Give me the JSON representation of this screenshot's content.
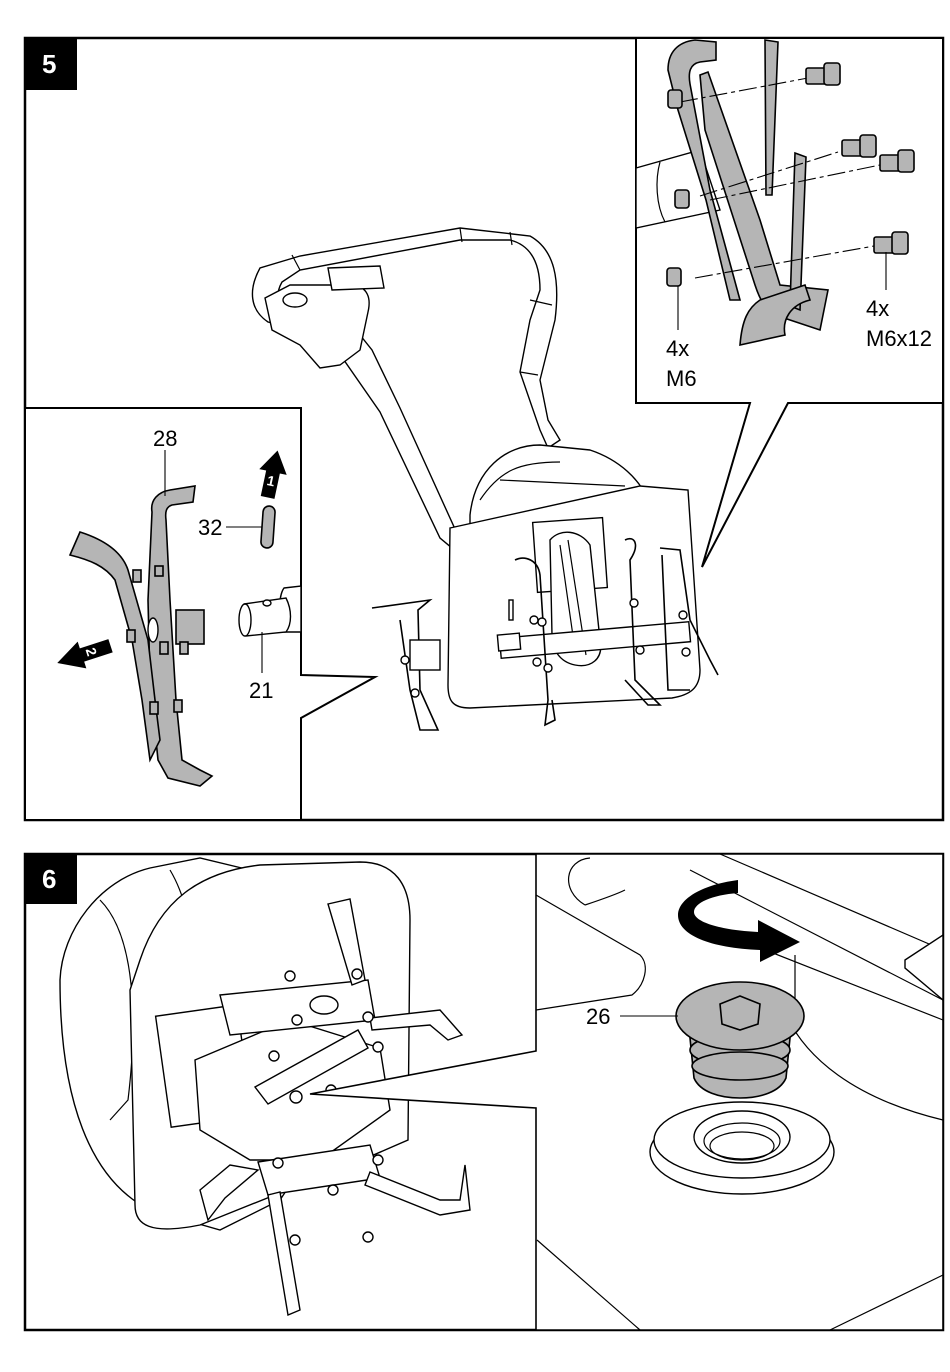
{
  "page": {
    "type": "assembly instruction illustration",
    "figures": [
      {
        "number": "5",
        "subject": "tiller with tine assembly",
        "insets": [
          {
            "name": "tine-removal-detail",
            "callouts": [
              {
                "label": "28",
                "part": "tine"
              },
              {
                "label": "32",
                "part": "pin"
              },
              {
                "label": "21",
                "part": "shaft"
              }
            ],
            "steps": [
              {
                "number": "1",
                "direction": "up"
              },
              {
                "number": "2",
                "direction": "left"
              }
            ]
          },
          {
            "name": "bolt-assembly-detail",
            "callouts": [
              {
                "qty": "4x",
                "spec": "M6",
                "part": "nut"
              },
              {
                "qty": "4x",
                "spec": "M6x12",
                "part": "bolt"
              }
            ]
          }
        ]
      },
      {
        "number": "6",
        "subject": "gearbox tines underside",
        "insets": [
          {
            "name": "oil-plug-detail",
            "callouts": [
              {
                "label": "26",
                "part": "oil filler plug"
              }
            ],
            "action": "rotate clockwise"
          }
        ]
      }
    ]
  },
  "colors": {
    "ink": "#000000",
    "part_fill": "#b5b5b5",
    "paper": "#ffffff"
  }
}
